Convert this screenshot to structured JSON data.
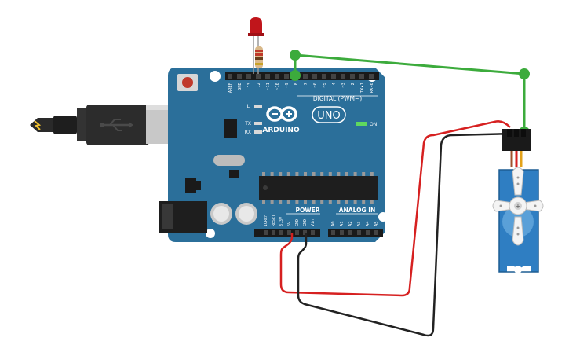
{
  "board": {
    "brand": "ARDUINO",
    "model": "UNO",
    "digital_label": "DIGITAL (PWM~)",
    "power_label": "POWER",
    "analog_label": "ANALOG IN",
    "on_label": "ON",
    "led_l_label": "L",
    "led_tx_label": "TX",
    "led_rx_label": "RX",
    "ic_label": "",
    "digital_pins": [
      "AREF",
      "GND",
      "13",
      "12",
      "~11",
      "~10",
      "~9",
      "8",
      "7",
      "~6",
      "~5",
      "4",
      "~3",
      "2",
      "TX▸1",
      "RX◂0"
    ],
    "power_pins": [
      "IOREF",
      "RESET",
      "3.3V",
      "5V",
      "GND",
      "GND",
      "Vin"
    ],
    "analog_pins": [
      "A0",
      "A1",
      "A2",
      "A3",
      "A4",
      "A5"
    ]
  },
  "components": {
    "usb_cable": "usb",
    "servo": "servo",
    "led": "red-led",
    "resistor": "resistor"
  },
  "colors": {
    "board": "#2b6f9a",
    "board_dark": "#1f5678",
    "wire_signal": "#3cab3c",
    "wire_power": "#d62020",
    "wire_ground": "#222222",
    "servo_body": "#2f7ec2",
    "led": "#c0151b"
  }
}
